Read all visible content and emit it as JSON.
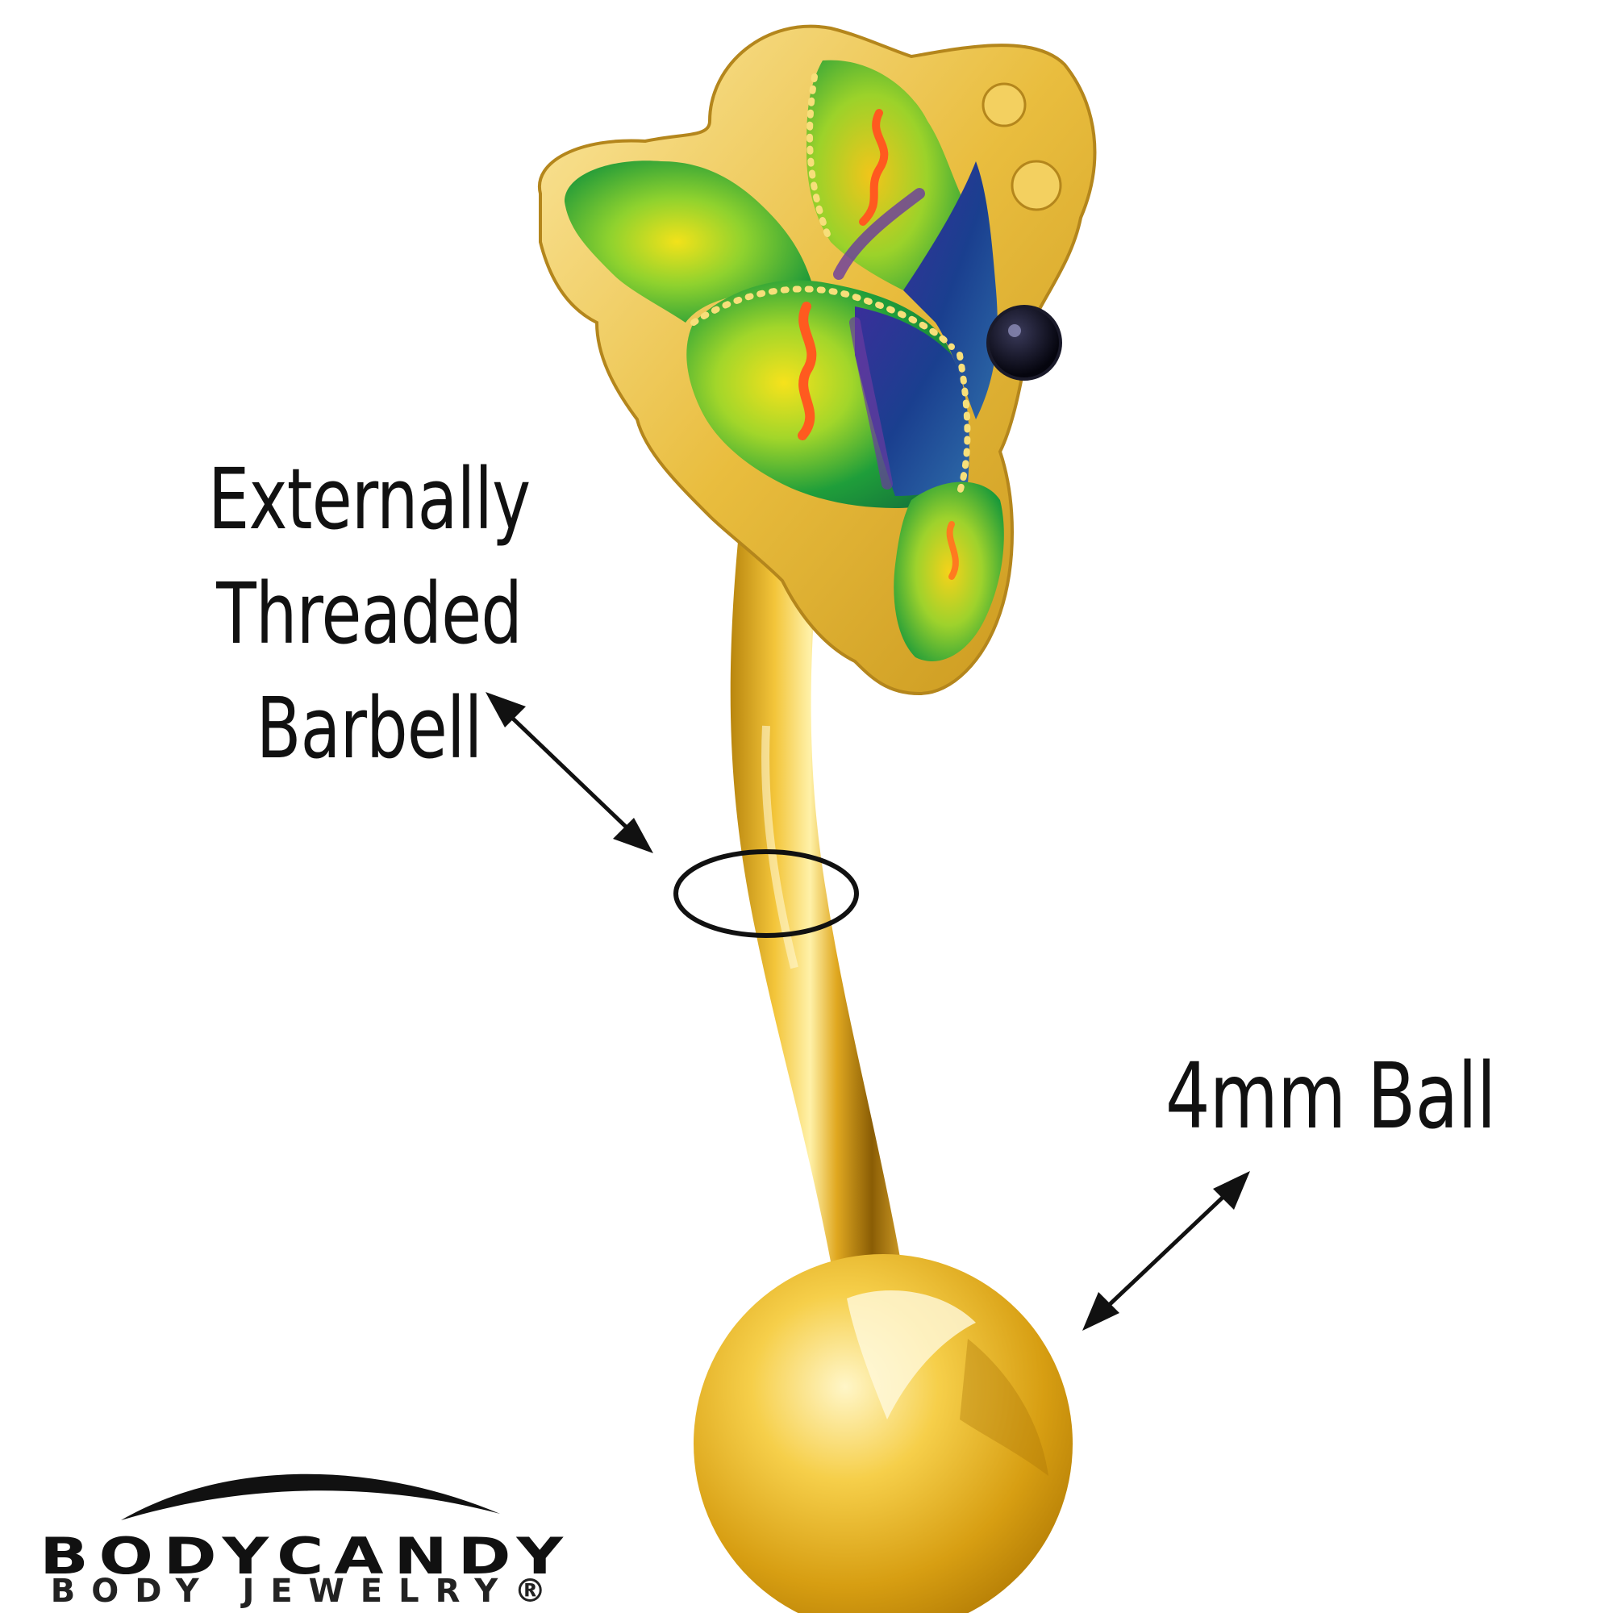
{
  "image": {
    "subject": "gold curved barbell with enamel butterfly top",
    "colors": {
      "background": "#ffffff",
      "gold_light": "#fff1a8",
      "gold_mid": "#f0c23a",
      "gold_dark": "#b9860e",
      "enamel_green": "#1f9e3a",
      "enamel_yellow": "#f2e21a",
      "enamel_blue": "#1a3f8f",
      "enamel_purple": "#6a3aa0",
      "enamel_red": "#ff5a1f",
      "gem": "#0b0b1a",
      "text": "#111111"
    }
  },
  "callouts": {
    "barbell": {
      "line1": "Externally",
      "line2": "Threaded",
      "line3": "Barbell"
    },
    "ball": {
      "label": "4mm Ball"
    }
  },
  "logo": {
    "brand": "BODYCANDY",
    "tagline": "BODY JEWELRY®"
  }
}
